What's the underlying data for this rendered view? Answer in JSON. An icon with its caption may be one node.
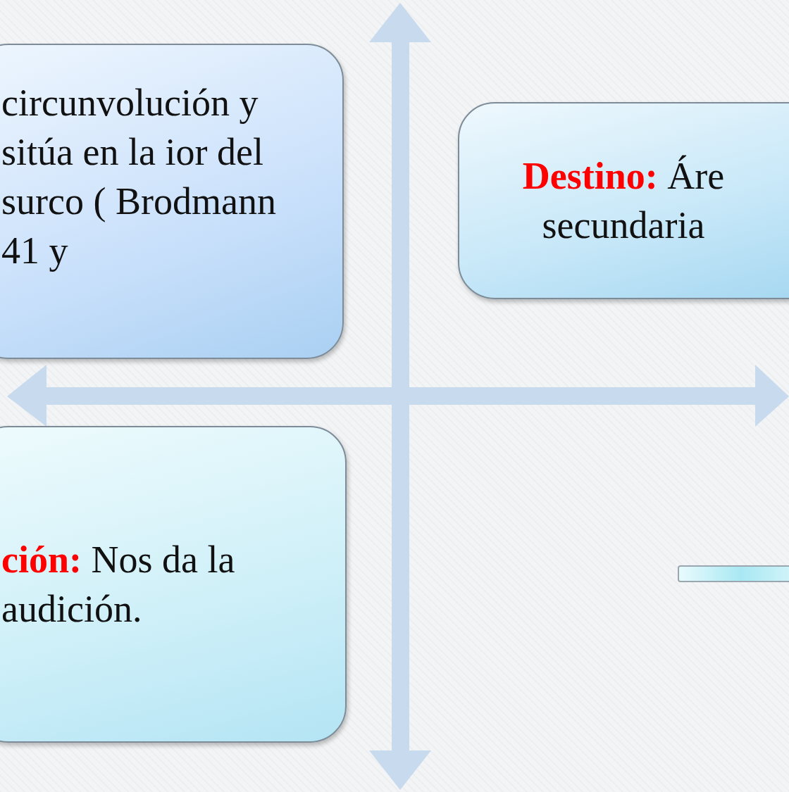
{
  "diagram": {
    "nodes": [
      {
        "text": [
          "circunvolución y sitúa en la ior del surco ( Brodmann 41 y"
        ]
      },
      {
        "text": [
          "**Destino:** Áre secundaria"
        ]
      },
      {
        "text": [
          "**ción:** Nos da la audición."
        ]
      },
      {
        "text": [],
        "shape": "bar"
      }
    ]
  }
}
